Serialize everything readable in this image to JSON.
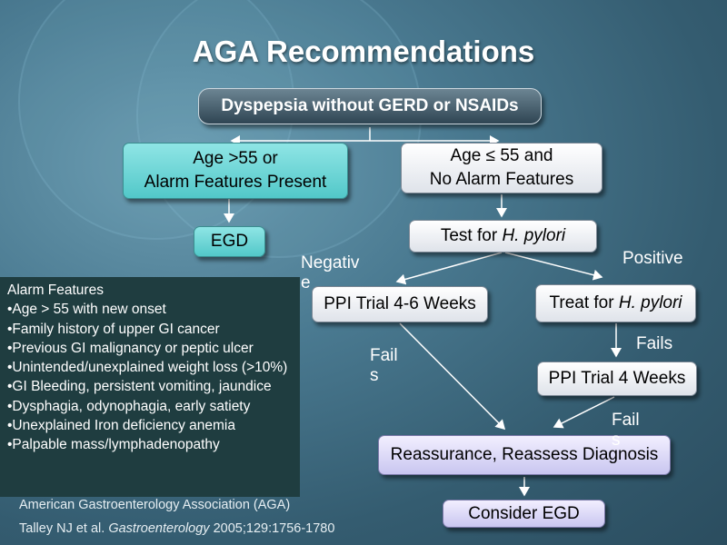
{
  "title": "AGA Recommendations",
  "nodes": {
    "root": "Dyspepsia without GERD or NSAIDs",
    "age_over_55_line1": "Age >55 or",
    "age_over_55_line2": "Alarm Features Present",
    "age_under_55_line1": "Age ≤ 55 and",
    "age_under_55_line2": "No Alarm Features",
    "egd": "EGD",
    "test_hpylori_prefix": "Test for ",
    "test_hpylori_italic": "H. pylori",
    "ppi_trial_4_6": "PPI Trial 4-6 Weeks",
    "treat_hpylori_prefix": "Treat for ",
    "treat_hpylori_italic": "H. pylori",
    "ppi_trial_4": "PPI Trial 4 Weeks",
    "reassurance": "Reassurance, Reassess Diagnosis",
    "consider_egd": "Consider EGD"
  },
  "edge_labels": {
    "negative_line1": "Negativ",
    "negative_line2": "e",
    "positive": "Positive",
    "fails_left_line1": "Fail",
    "fails_left_line2": "s",
    "fails_right": "Fails",
    "fails_bottom_line1": "Fail",
    "fails_bottom_line2": "s"
  },
  "alarm_features": {
    "heading": "Alarm Features",
    "items": [
      "•Age > 55 with new onset",
      "•Family history of upper GI cancer",
      "•Previous GI malignancy or peptic ulcer",
      "•Unintended/unexplained weight loss (>10%)",
      "•GI Bleeding, persistent vomiting, jaundice",
      "•Dysphagia, odynophagia, early satiety",
      "•Unexplained Iron deficiency anemia",
      "•Palpable mass/lymphadenopathy"
    ]
  },
  "references": {
    "line1": "American Gastroenterology Association (AGA)",
    "line2_prefix": "Talley NJ et al. ",
    "line2_journal": "Gastroenterology",
    "line2_suffix": " 2005;129:1756-1780"
  }
}
